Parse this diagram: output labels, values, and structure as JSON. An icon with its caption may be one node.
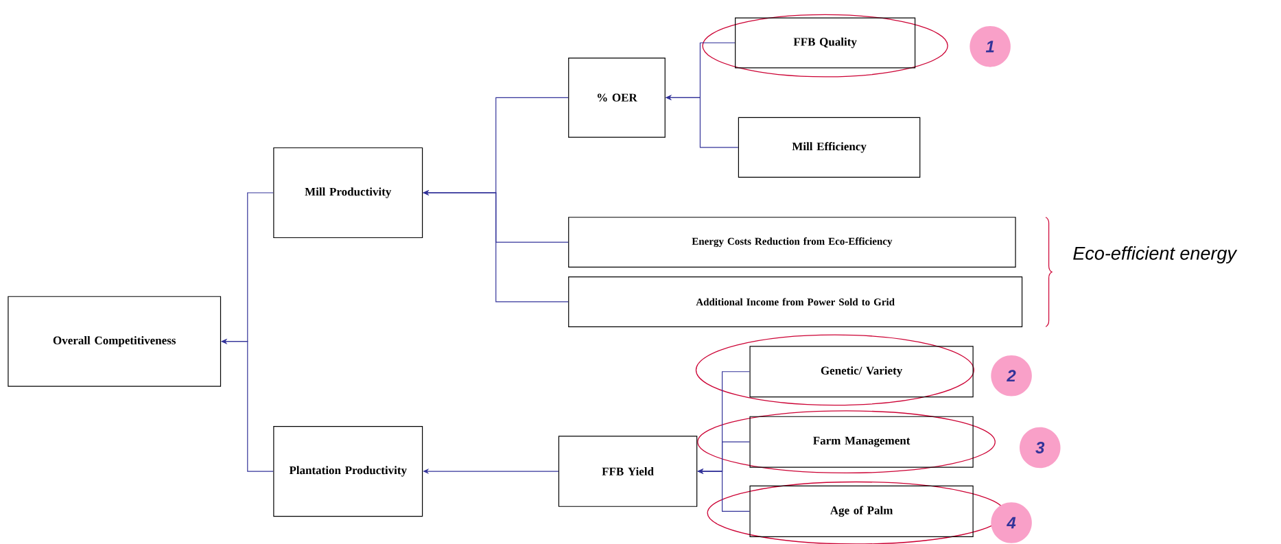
{
  "diagram": {
    "nodes": [
      {
        "text": [
          "Overall Competitiveness"
        ]
      },
      {
        "text": [
          "Mill Productivity"
        ]
      },
      {
        "text": [
          "Plantation Productivity"
        ]
      },
      {
        "text": [
          "% OER"
        ]
      },
      {
        "text": [
          "FFB Quality"
        ]
      },
      {
        "text": [
          "Mill Efficiency"
        ]
      },
      {
        "text": [
          "Energy Costs Reduction from Eco-Efficiency"
        ]
      },
      {
        "text": [
          "Additional Income from Power Sold to Grid"
        ]
      },
      {
        "text": [
          "FFB Yield"
        ]
      },
      {
        "text": [
          "Genetic/ Variety"
        ]
      },
      {
        "text": [
          "Farm Management"
        ]
      },
      {
        "text": [
          "Age of Palm"
        ]
      },
      {
        "text": [
          "1"
        ]
      },
      {
        "text": [
          "2"
        ]
      },
      {
        "text": [
          "3"
        ]
      },
      {
        "text": [
          "4"
        ]
      }
    ],
    "edges": [
      {
        "from": 1,
        "to": 0,
        "arrow": "to"
      },
      {
        "from": 2,
        "to": 0,
        "arrow": "to"
      },
      {
        "from": 3,
        "to": 1,
        "arrow": "to"
      },
      {
        "from": 6,
        "to": 1,
        "arrow": "to"
      },
      {
        "from": 7,
        "to": 1,
        "arrow": "to"
      },
      {
        "from": 4,
        "to": 3,
        "arrow": "to"
      },
      {
        "from": 5,
        "to": 3,
        "arrow": "to"
      },
      {
        "from": 8,
        "to": 2,
        "arrow": "to"
      },
      {
        "from": 9,
        "to": 8,
        "arrow": "to"
      },
      {
        "from": 10,
        "to": 8,
        "arrow": "to"
      },
      {
        "from": 11,
        "to": 8,
        "arrow": "to"
      }
    ],
    "labels": [
      "Eco-efficient energy"
    ]
  }
}
